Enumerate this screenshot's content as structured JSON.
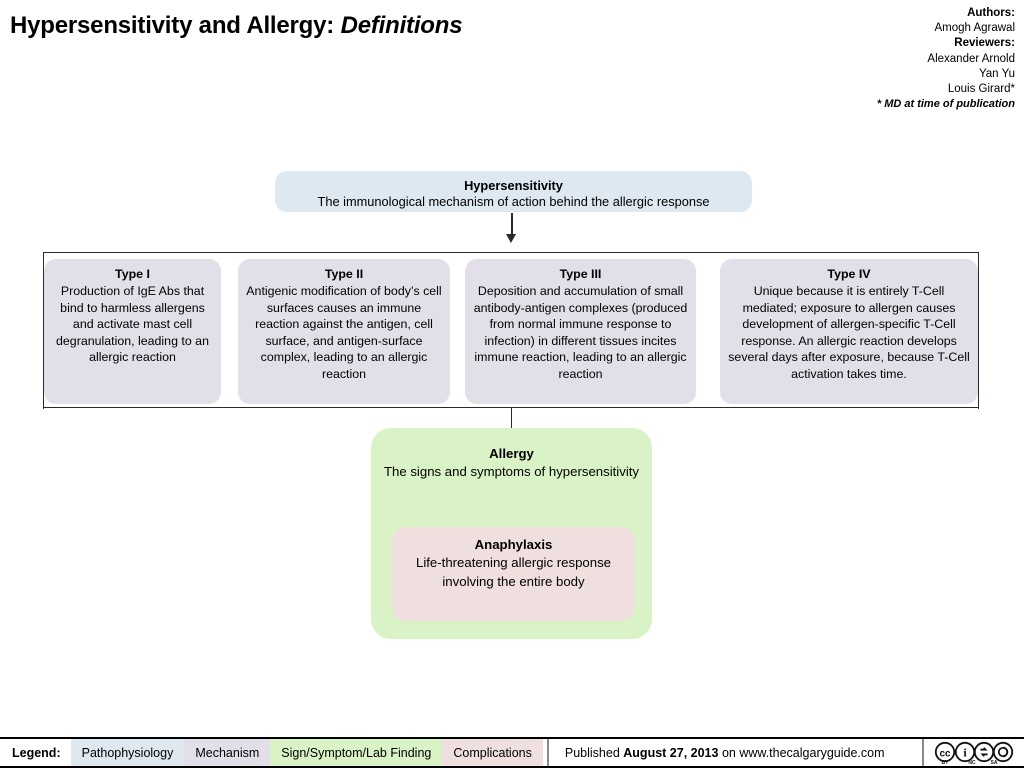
{
  "header": {
    "title_main": "Hypersensitivity and Allergy:",
    "title_sub": "Definitions",
    "authors_label": "Authors:",
    "authors": "Amogh Agrawal",
    "reviewers_label": "Reviewers:",
    "reviewer_1": "Alexander Arnold",
    "reviewer_2": "Yan Yu",
    "reviewer_3": "Louis Girard*",
    "footnote": "* MD at time of publication"
  },
  "diagram": {
    "hypersensitivity": {
      "heading": "Hypersensitivity",
      "body": "The immunological mechanism of action behind the allergic response"
    },
    "types": [
      {
        "heading": "Type I",
        "body": "Production of IgE Abs that bind to harmless allergens and activate mast cell degranulation, leading to an allergic reaction"
      },
      {
        "heading": "Type II",
        "body": "Antigenic modification of body’s cell surfaces causes an immune reaction against the antigen, cell surface, and antigen-surface complex, leading to an allergic reaction"
      },
      {
        "heading": "Type III",
        "body": "Deposition and accumulation of small antibody-antigen complexes (produced from normal immune response to infection) in different tissues incites immune reaction, leading to an allergic reaction"
      },
      {
        "heading": "Type IV",
        "body": "Unique because it is entirely T-Cell mediated; exposure to allergen causes development of allergen-specific T-Cell response. An allergic reaction develops several days after exposure, because T-Cell activation takes time."
      }
    ],
    "allergy": {
      "heading": "Allergy",
      "body": "The signs and symptoms of hypersensitivity"
    },
    "anaphylaxis": {
      "heading": "Anaphylaxis",
      "body": "Life-threatening allergic response involving the entire body"
    }
  },
  "footer": {
    "legend_label": "Legend:",
    "legend_items": [
      {
        "label": "Pathophysiology",
        "color": "#dde8f0"
      },
      {
        "label": "Mechanism",
        "color": "#e3dfe9"
      },
      {
        "label": "Sign/Symptom/Lab Finding",
        "color": "#d9f2c6"
      },
      {
        "label": "Complications",
        "color": "#efdfdf"
      }
    ],
    "published_prefix": "Published",
    "published_date": "August 27, 2013",
    "published_suffix": "on www.thecalgaryguide.com",
    "license": "CC BY-NC-SA"
  },
  "colors": {
    "pathophysiology": "#dde8f0",
    "mechanism": "#e3dfe9",
    "sign_symptom": "#d9f2c6",
    "complications": "#efdfdf",
    "connector": "#2b2b2b"
  }
}
